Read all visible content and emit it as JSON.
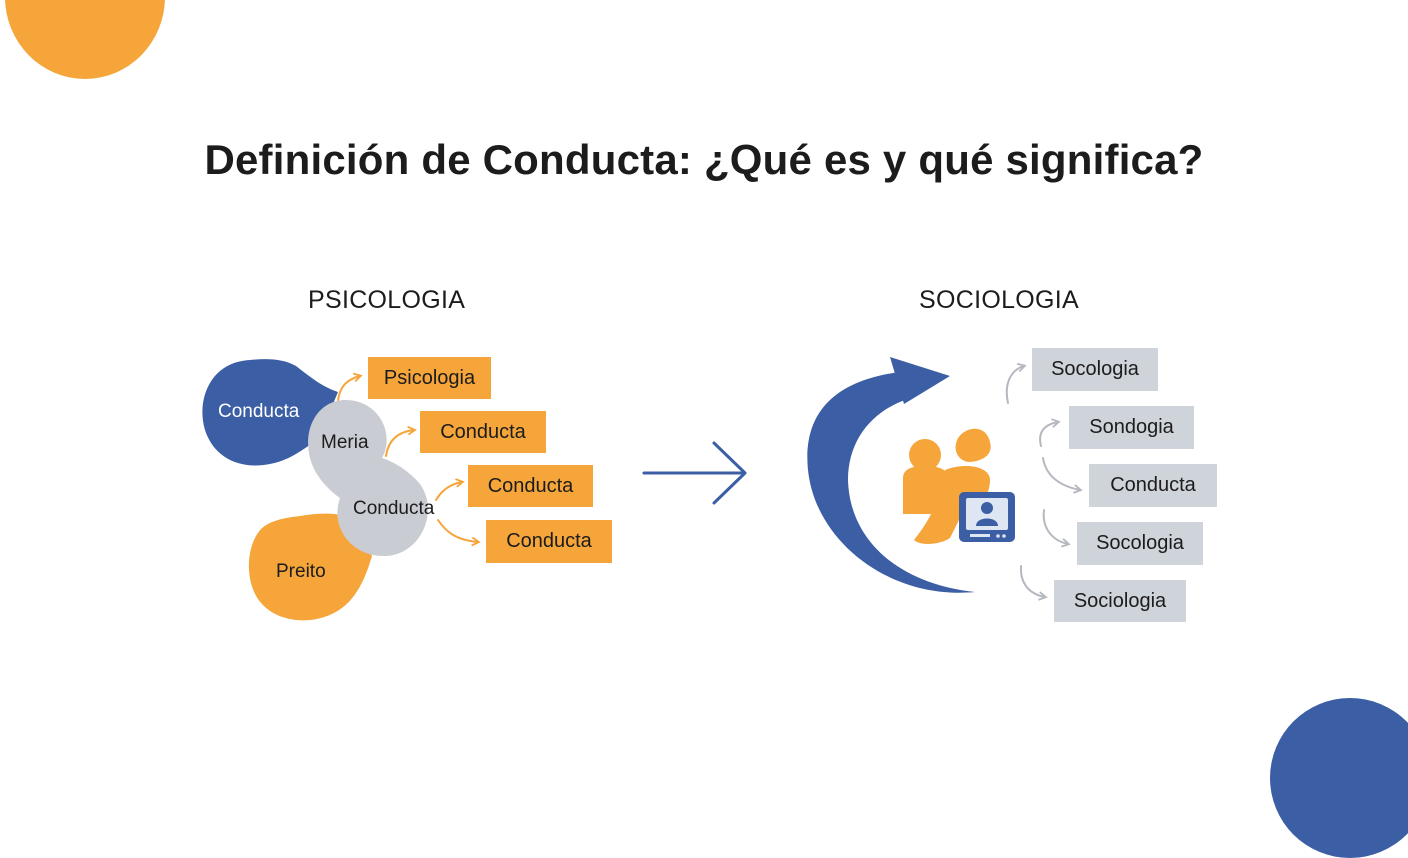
{
  "title": "Definición de Conducta: ¿Qué es y qué significa?",
  "colors": {
    "orange": "#f5a53a",
    "blue": "#3c5ea5",
    "gray_node": "#c9ccd2",
    "gray_box": "#cfd3da",
    "arrow_gray": "#b5b8bf"
  },
  "psychology": {
    "heading": "PSICOLOGIA",
    "nodes": [
      "Conducta",
      "Meria",
      "Conducta",
      "Preito"
    ],
    "boxes": [
      "Psicologia",
      "Conducta",
      "Conducta",
      "Conducta"
    ]
  },
  "sociology": {
    "heading": "SOCIOLOGIA",
    "icons": [
      "refresh-cycle-icon",
      "people-icon",
      "monitor-user-icon"
    ],
    "boxes": [
      "Socologia",
      "Sondogia",
      "Conducta",
      "Socologia",
      "Sociologia"
    ]
  },
  "connector_icon": "right-arrow-icon"
}
